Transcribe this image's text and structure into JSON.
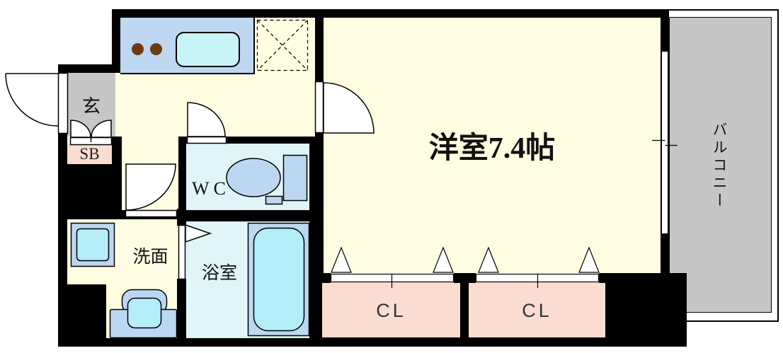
{
  "rooms": {
    "entrance": {
      "label": "玄"
    },
    "shoe_box": {
      "label": "SB"
    },
    "wc": {
      "label": "WC"
    },
    "washroom": {
      "label": "洗面"
    },
    "bathroom": {
      "label": "浴室"
    },
    "main_room": {
      "label": "洋室7.4帖"
    },
    "closet_1": {
      "label": "CL"
    },
    "closet_2": {
      "label": "CL"
    },
    "balcony": {
      "label": "バルコニー"
    }
  },
  "colors": {
    "wall": "#000000",
    "floor-yellow": "#FFFDE1",
    "area-gray": "#C6C6C6",
    "closet-pink": "#FBDCD1",
    "counter-blue": "#BFD8F2",
    "fixture-blue": "#BCD7F2",
    "basin-cyan": "#B5EEF8",
    "sink-cyan": "#C8F3F8",
    "room-cyan": "#DFF5F7",
    "burner-brown": "#6F3A10"
  },
  "fixtures": [
    "kitchen-counter",
    "gas-burners",
    "kitchen-sink",
    "refrigerator-space",
    "toilet",
    "bathtub",
    "washing-machine",
    "washbasin",
    "sliding-window",
    "entrance-door",
    "closet-sliding-doors",
    "folding-bath-door"
  ]
}
